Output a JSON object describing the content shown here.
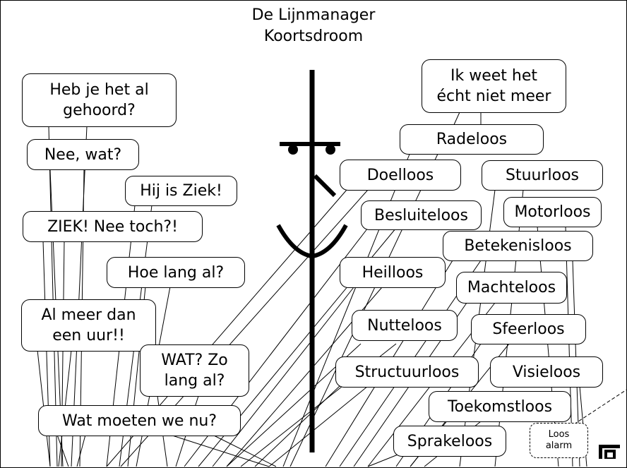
{
  "title": {
    "line1": "De Lijnmanager",
    "line2": "Koortsdroom"
  },
  "left_conversation": [
    "Heb je het al\ngehoord?",
    "Nee, wat?",
    "Hij is Ziek!",
    "ZIEK! Nee toch?!",
    "Hoe lang al?",
    "Al meer dan\neen uur!!",
    "WAT? Zo\nlang al?",
    "Wat moeten we nu?"
  ],
  "right_words": {
    "thought": "Ik weet het\nécht niet meer",
    "words": [
      "Radeloos",
      "Doelloos",
      "Stuurloos",
      "Besluiteloos",
      "Motorloos",
      "Betekenisloos",
      "Heilloos",
      "Machteloos",
      "Nutteloos",
      "Sfeerloos",
      "Structuurloos",
      "Visieloos",
      "Toekomstloos",
      "Sprakeloos"
    ],
    "alarm": "Loos\nalarm"
  }
}
